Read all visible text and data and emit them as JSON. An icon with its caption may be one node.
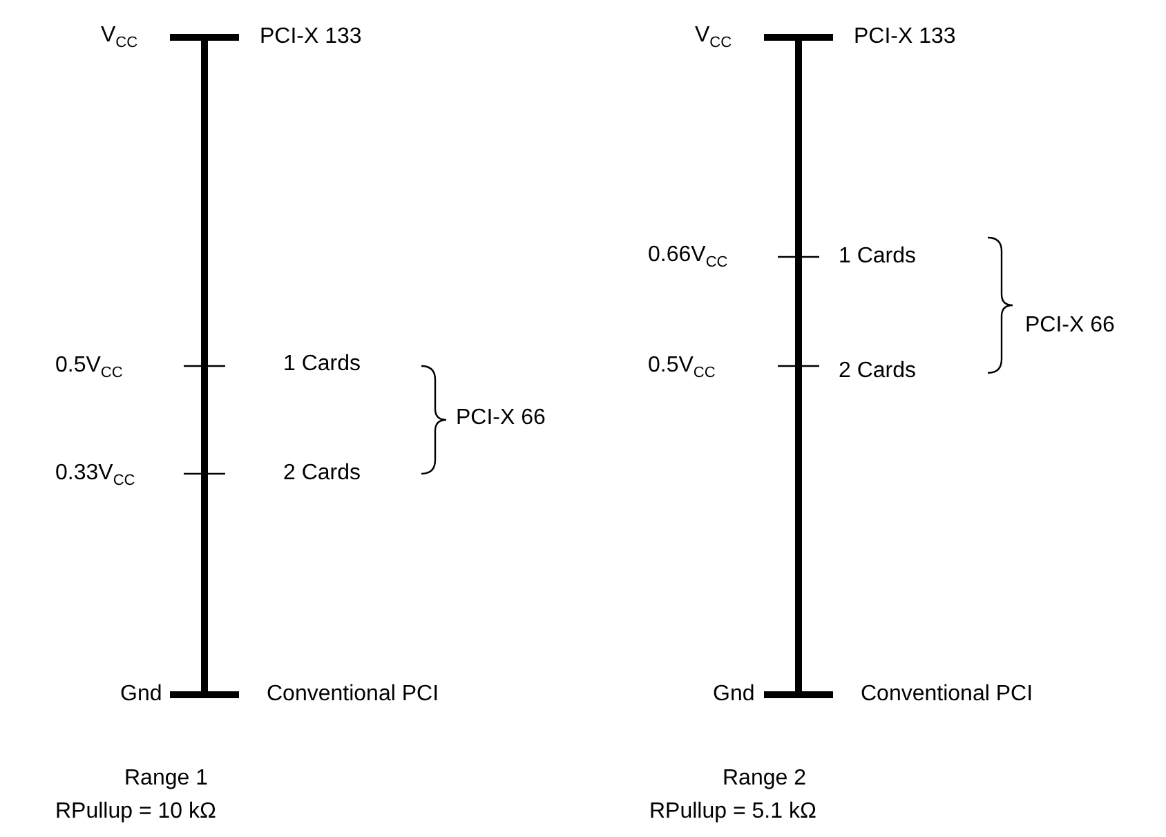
{
  "diagram": {
    "labels": [
      "V$_{CC}$",
      "PCI-X 133",
      "0.5V$_{CC}$",
      "1 Cards",
      "0.33V$_{CC}$",
      "2 Cards",
      "PCI-X 66",
      "Gnd",
      "Conventional PCI",
      "Range 1",
      "RPullup = 10 kΩ",
      "V$_{CC}$",
      "PCI-X 133",
      "0.66V$_{CC}$",
      "1 Cards",
      "0.5V$_{CC}$",
      "2 Cards",
      "PCI-X 66",
      "Gnd",
      "Conventional PCI",
      "Range 2",
      "RPullup = 5.1 kΩ"
    ]
  }
}
